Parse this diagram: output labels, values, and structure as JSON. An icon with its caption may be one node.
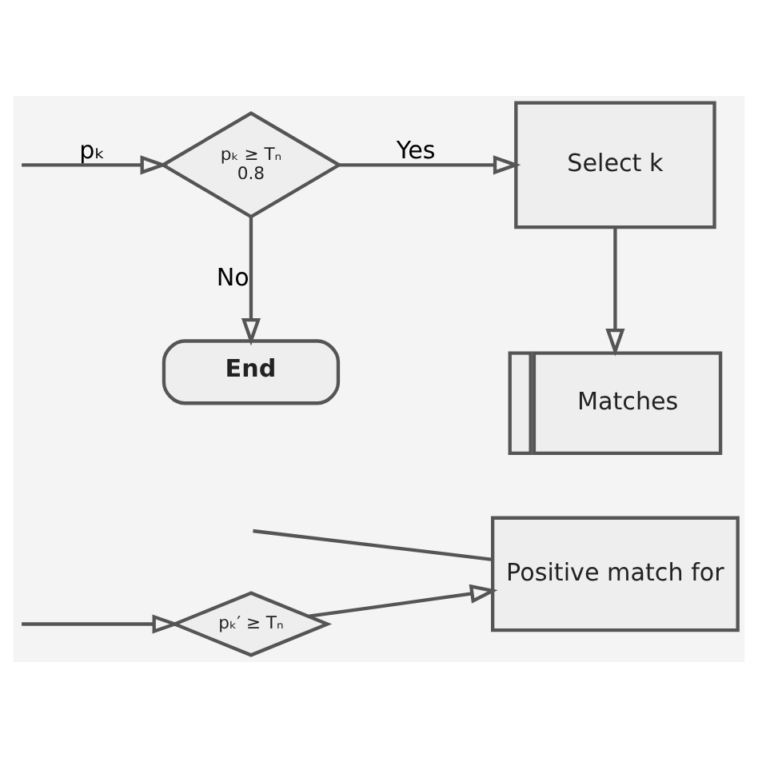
{
  "diagram": {
    "nodes": [
      {
        "text": [
          "pₖ′ ≥ Tₙ"
        ]
      },
      {
        "text": [
          "Positive match for"
        ]
      },
      {
        "text": [
          "pₖ ≥ Tₙ",
          "0.8"
        ]
      },
      {
        "text": [
          "Select k"
        ]
      },
      {
        "text": [
          "End"
        ]
      },
      {
        "text": [
          "Matches"
        ]
      }
    ],
    "edges": [
      {
        "from": null,
        "to": 1,
        "arrow": "none"
      },
      {
        "from": null,
        "to": 0,
        "arrow": "to"
      },
      {
        "from": 0,
        "to": 1,
        "arrow": "to"
      },
      {
        "from": null,
        "to": 2,
        "arrow": "to",
        "label": "pₖ"
      },
      {
        "from": 2,
        "to": 3,
        "arrow": "to",
        "label": "Yes"
      },
      {
        "from": 2,
        "to": 4,
        "arrow": "to",
        "label": "No"
      },
      {
        "from": 3,
        "to": 5,
        "arrow": "to"
      }
    ]
  }
}
